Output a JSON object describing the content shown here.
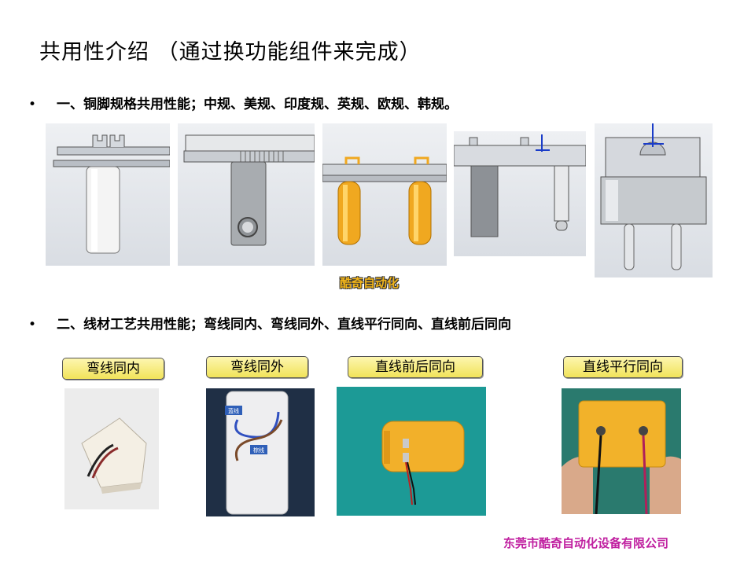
{
  "title": "共用性介绍 （通过换功能组件来完成）",
  "bullets": [
    {
      "dot": "•",
      "text": "一、铜脚规格共用性能；中规、美规、印度规、英规、欧规、韩规。"
    },
    {
      "dot": "•",
      "text": "二、线材工艺共用性能；弯线同内、弯线同外、直线平行同向、直线前后同向"
    }
  ],
  "watermark": "酷奇自动化",
  "tags": [
    "弯线同内",
    "弯线同外",
    "直线前后同向",
    "直线平行同向"
  ],
  "photo_labels": {
    "blue": "蓝线",
    "brown": "棕线"
  },
  "footer": "东莞市酷奇自动化设备有限公司",
  "colors": {
    "pin_gold": "#f0a820",
    "tag_yellow": "#f1e35a",
    "footer": "#c020a0"
  }
}
